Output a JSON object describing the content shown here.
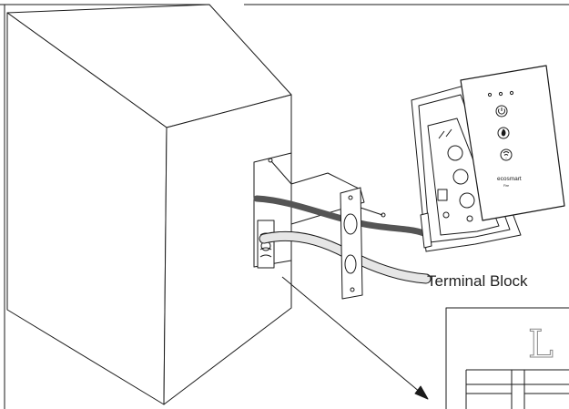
{
  "callout_label": "Terminal Block",
  "brand_text": "ecosmart",
  "brand_subtext": "Fire",
  "zoom_letter": "L",
  "colors": {
    "line": "#1a1a1a",
    "cable_dark": "#555555",
    "cable_light": "#e6e6e6",
    "panel_face": "#ffffff"
  }
}
